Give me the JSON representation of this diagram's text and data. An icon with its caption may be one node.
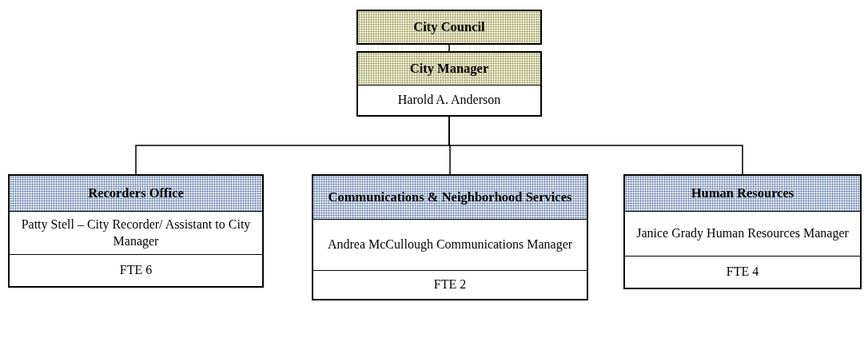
{
  "diagram": {
    "nodes": [
      {
        "text": [
          "City Council"
        ]
      },
      {
        "text": [
          "City Manager",
          "Harold A. Anderson"
        ]
      },
      {
        "text": [
          "Recorders Office",
          "Patty Stell – City Recorder/ Assistant to City Manager",
          "FTE 6"
        ]
      },
      {
        "text": [
          "Communications & Neighborhood Services",
          "Andrea McCullough Communications Manager",
          "FTE 2"
        ]
      },
      {
        "text": [
          "Human Resources",
          "Janice Grady Human Resources Manager",
          "FTE 4"
        ]
      }
    ],
    "edges": [
      {
        "from": 0,
        "to": 1,
        "arrow": "none"
      },
      {
        "from": 1,
        "to": 2,
        "arrow": "none"
      },
      {
        "from": 1,
        "to": 3,
        "arrow": "none"
      },
      {
        "from": 1,
        "to": 4,
        "arrow": "none"
      }
    ]
  }
}
